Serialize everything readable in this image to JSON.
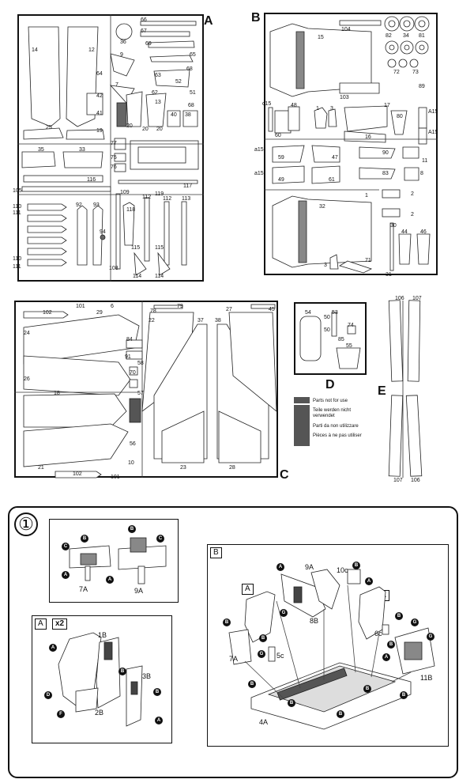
{
  "sprues": {
    "A": {
      "letter": "A",
      "parts": [
        "14",
        "12",
        "36",
        "66",
        "67",
        "69",
        "65",
        "9",
        "64",
        "68",
        "63",
        "52",
        "7",
        "51",
        "42",
        "41",
        "20",
        "62",
        "13",
        "68",
        "40",
        "38",
        "25",
        "19",
        "20",
        "20",
        "77",
        "35",
        "33",
        "75",
        "76",
        "117",
        "116",
        "105",
        "109",
        "119",
        "118",
        "113",
        "112",
        "110",
        "111",
        "92",
        "93",
        "94",
        "110",
        "111",
        "108",
        "115",
        "115",
        "114",
        "114"
      ]
    },
    "B": {
      "letter": "B",
      "parts": [
        "104",
        "82",
        "34",
        "81",
        "15",
        "72",
        "73",
        "103",
        "89",
        "c15",
        "48",
        "1",
        "3",
        "17",
        "A15",
        "60",
        "80",
        "16",
        "A15",
        "a15",
        "59",
        "47",
        "90",
        "11",
        "a15",
        "49",
        "61",
        "83",
        "8",
        "1",
        "2",
        "32",
        "2",
        "30",
        "44",
        "46",
        "71",
        "3",
        "31"
      ]
    },
    "C": {
      "letter": "C",
      "parts": [
        "102",
        "101",
        "29",
        "6",
        "78",
        "79",
        "27",
        "45",
        "24",
        "22",
        "37",
        "38",
        "84",
        "91",
        "58",
        "70",
        "57",
        "26",
        "18",
        "56",
        "21",
        "102",
        "101",
        "10",
        "23",
        "28"
      ]
    },
    "D": {
      "letter": "D",
      "parts": [
        "54",
        "50",
        "53",
        "74",
        "50",
        "85",
        "55"
      ]
    },
    "E": {
      "letter": "E",
      "parts": [
        "106",
        "107",
        "107",
        "106"
      ]
    }
  },
  "legend": {
    "lines": [
      "Parts not for use",
      "Teile werden nicht verwendet",
      "Parti da non utilizzare",
      "Pièces à ne pas utiliser"
    ]
  },
  "step": {
    "number": "①",
    "callouts": [
      "B",
      "C",
      "A",
      "B",
      "C",
      "A"
    ],
    "labels": [
      "7A",
      "9A"
    ],
    "panel_a": {
      "tag": "A",
      "multiplier": "x2",
      "labels": [
        "1B",
        "3B",
        "2B"
      ],
      "callouts": [
        "A",
        "D",
        "F",
        "B",
        "A",
        "B"
      ]
    },
    "panel_b": {
      "tag": "B",
      "sub_tags": [
        "A",
        "A"
      ],
      "labels": [
        "9A",
        "10c",
        "8B",
        "7A",
        "5c",
        "6c",
        "11B",
        "4A"
      ],
      "callouts": [
        "A",
        "G",
        "B",
        "B",
        "G",
        "B",
        "A",
        "B",
        "G",
        "B",
        "A",
        "G",
        "B",
        "B",
        "B",
        "B",
        "B"
      ]
    }
  }
}
